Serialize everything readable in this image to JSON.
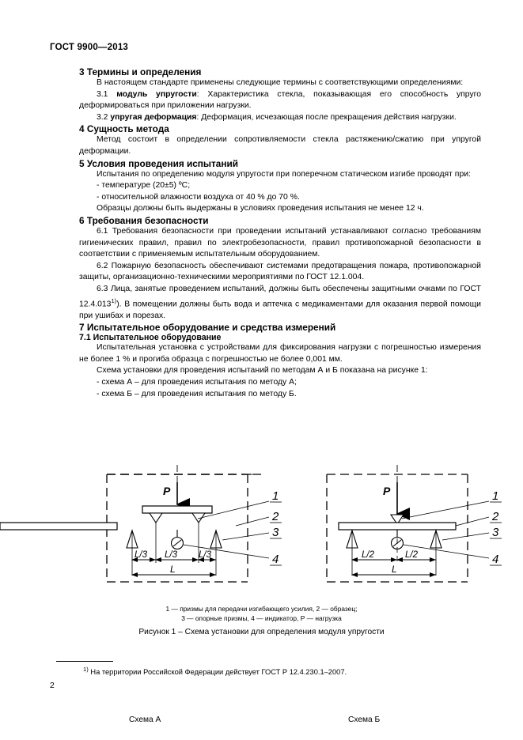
{
  "header": {
    "standard": "ГОСТ 9900—2013"
  },
  "sections": {
    "s3": {
      "heading": "3 Термины и определения",
      "intro": "В настоящем стандарте применены следующие термины с соответствующими определениями:",
      "t31_num": "3.1",
      "t31_term": "модуль упругости",
      "t31_def": ": Характеристика стекла, показывающая его способность упруго деформироваться при приложении нагрузки.",
      "t32_num": "3.2",
      "t32_term": "упругая деформация",
      "t32_def": ": Деформация, исчезающая после прекращения действия нагрузки."
    },
    "s4": {
      "heading": "4 Сущность метода",
      "p1": "Метод состоит в определении сопротивляемости стекла растяжению/сжатию при упругой деформации."
    },
    "s5": {
      "heading": "5 Условия проведения испытаний",
      "p1": "Испытания по определению модуля упругости при поперечном статическом изгибе проводят при:",
      "p2": "- температуре (20±5) ºС;",
      "p3": "- относительной влажности воздуха  от 40 % до 70 %.",
      "p4": "Образцы должны быть выдержаны в условиях проведения испытания не менее 12 ч."
    },
    "s6": {
      "heading": "6 Требования безопасности",
      "p61": "6.1 Требования безопасности при проведении испытаний устанавливают согласно требованиям гигиенических правил, правил по электробезопасности, правил противопожарной безопасности в соответствии с применяемым испытательным оборудованием.",
      "p62": "6.2 Пожарную безопасность обеспечивают системами предотвращения пожара, противопожарной защиты, организационно-техническими мероприятиями по ГОСТ 12.1.004.",
      "p63_a": "6.3 Лица, занятые проведением испытаний, должны быть обеспечены защитными очками по ГОСТ 12.4.013",
      "p63_fn": "1)",
      "p63_b": "). В помещении должны быть вода и аптечка с медикаментами для оказания первой помощи при ушибах и порезах."
    },
    "s7": {
      "heading": "7 Испытательное оборудование и средства измерений",
      "sub71": "7.1 Испытательное оборудование",
      "p1": "Испытательная установка с устройствами для фиксирования нагрузки с погрешностью измерения не более 1 % и прогиба образца с погрешностью не более 0,001 мм.",
      "p2": "Схема установки для проведения испытаний по методам А и Б показана на рисунке 1:",
      "p3": "- схема А – для проведения испытания по методу А;",
      "p4": "- схема Б – для проведения испытания по методу Б."
    }
  },
  "figure": {
    "scheme_a_caption": "Схема А",
    "scheme_b_caption": "Схема Б",
    "legend_line1": "1 — призмы для передачи изгибающего усилия, 2 — образец;",
    "legend_line2": "3 —  опорные призмы, 4 —  индикатор, Р —  нагрузка",
    "caption": "Рисунок 1 – Схема установки для определения модуля упругости",
    "scheme_a": {
      "load_label": "P",
      "dim1": "L/3",
      "dim2": "L/3",
      "dim3": "L/3",
      "total": "L",
      "callouts": [
        "1",
        "2",
        "3",
        "4"
      ]
    },
    "scheme_b": {
      "load_label": "P",
      "dim1": "L/2",
      "dim2": "L/2",
      "total": "L",
      "callouts": [
        "1",
        "2",
        "3",
        "4"
      ]
    }
  },
  "footnote": {
    "marker": "1)",
    "text": "На территории Российской Федерации действует ГОСТ Р 12.4.230.1–2007."
  },
  "page_number": "2"
}
